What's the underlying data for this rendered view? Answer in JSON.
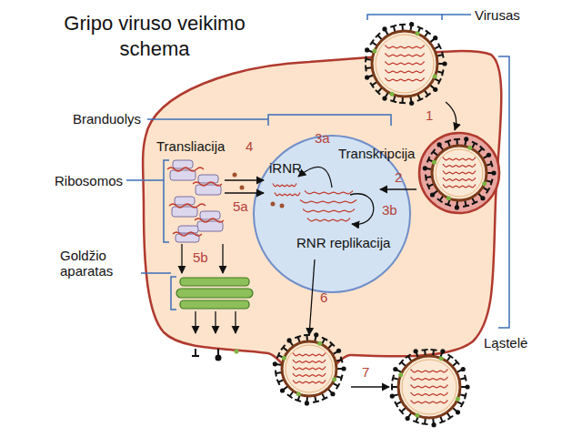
{
  "diagram": {
    "title": "Gripo viruso veikimo schema",
    "labels": [
      "Virusas",
      "Branduolys",
      "Transliacija",
      "Transkripcija",
      "iRNR",
      "Ribosomos",
      "RNR replikacija",
      "Goldžio aparatas",
      "Ląstelė",
      "1",
      "2",
      "3a",
      "3b",
      "4",
      "5a",
      "5b",
      "6",
      "7"
    ]
  }
}
